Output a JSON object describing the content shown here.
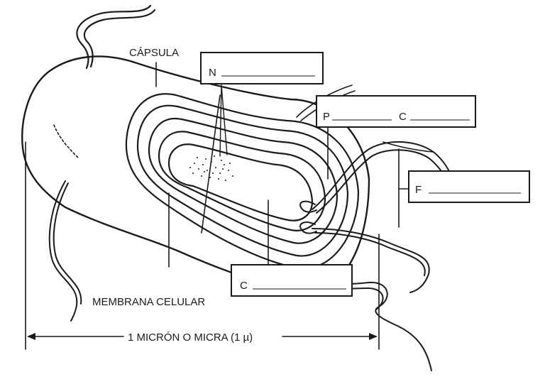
{
  "labels": {
    "capsule": "CÁPSULA",
    "cell_membrane": "MEMBRANA CELULAR",
    "scale": "1 MICRÓN O MICRA (1 µ)"
  },
  "answer_boxes": {
    "nucleoid": "N",
    "pili_1": "P",
    "pili_2": "C",
    "flagellum": "F",
    "cytoplasm": "C"
  },
  "colors": {
    "ink": "#1a1a1a",
    "paper": "#ffffff"
  }
}
